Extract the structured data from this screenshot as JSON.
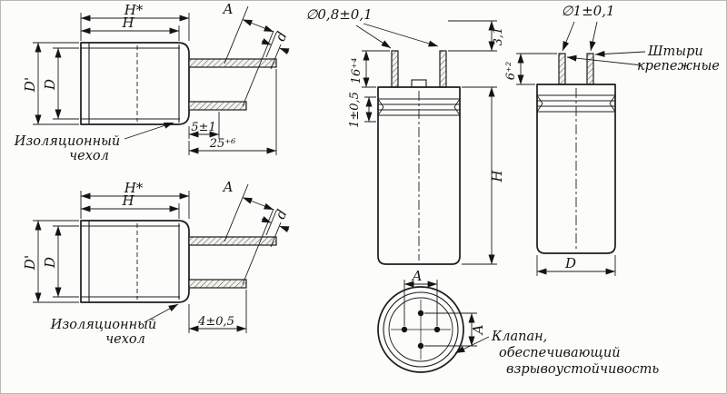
{
  "sheet": {
    "background": "#fcfcfa",
    "ink": "#1c1c1c"
  },
  "views": {
    "side_top": {
      "h_star": "H*",
      "h": "H",
      "d_prime": "D'",
      "d_case": "D",
      "a": "A",
      "d_lead": "d",
      "dim_bare": "5±1",
      "dim_length": "25⁺⁶",
      "sleeve_line1": "Изоляционный",
      "sleeve_line2": "чехол"
    },
    "side_bottom": {
      "h_star": "H*",
      "h": "H",
      "d_prime": "D'",
      "d_case": "D",
      "a": "A",
      "d_lead": "d",
      "dim_bare": "4±0,5",
      "sleeve_line1": "Изоляционный",
      "sleeve_line2": "чехол"
    },
    "front_mid": {
      "pin_dia": "∅0,8±0,1",
      "dim_seal": "3,1",
      "dim_pin": "16⁺⁴",
      "dim_crimp": "1±0,5",
      "h": "H"
    },
    "front_right": {
      "pin_dia": "∅1±0,1",
      "pins_line1": "Штыри",
      "pins_line2": "крепежные",
      "dim_pin": "6⁺²",
      "d_case": "D"
    },
    "bottom_view": {
      "a_horizontal": "A",
      "a_vertical": "A",
      "valve_line1": "Клапан,",
      "valve_line2": "обеспечивающий",
      "valve_line3": "взрывоустойчивость"
    }
  }
}
